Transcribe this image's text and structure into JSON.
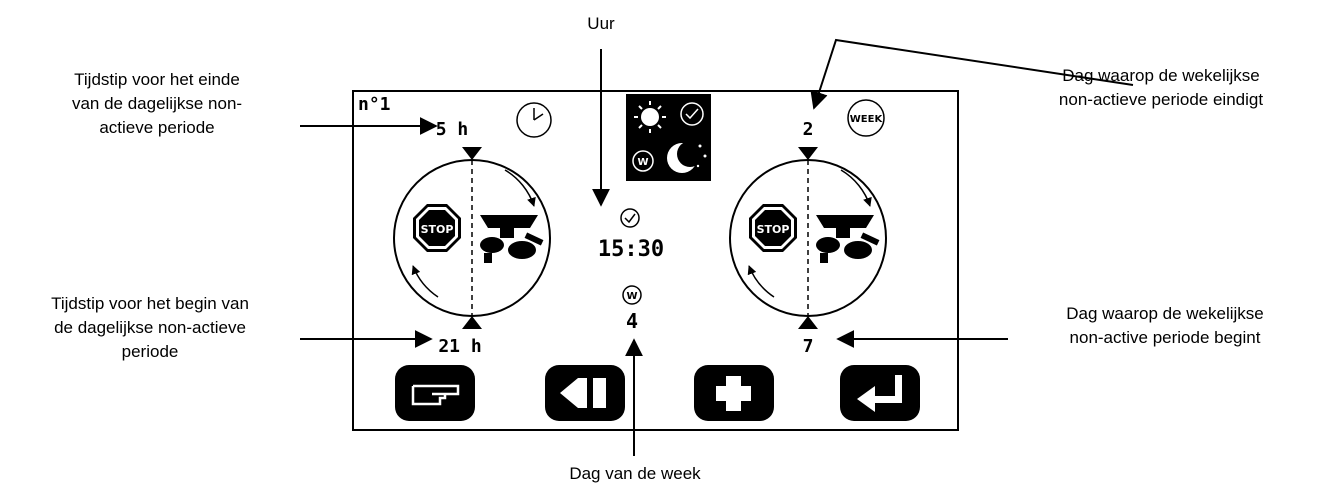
{
  "annotations": {
    "uur": "Uur",
    "end_daily": [
      "Tijdstip voor het einde",
      "van de dagelijkse non-",
      "actieve periode"
    ],
    "begin_daily": [
      "Tijdstip voor het begin van",
      "de dagelijkse non-actieve",
      "periode"
    ],
    "end_weekly": [
      "Dag waarop de wekelijkse",
      "non-actieve periode eindigt"
    ],
    "begin_weekly": [
      "Dag waarop de wekelijkse",
      "non-active periode begint"
    ],
    "day_of_week": "Dag van de week"
  },
  "screen": {
    "program_number": "n°1",
    "daily": {
      "end_time": "5 h",
      "start_time": "21 h"
    },
    "weekly": {
      "badge": "WEEK",
      "end_day": "2",
      "start_day": "7"
    },
    "clock_time": "15:30",
    "clock_day_badge": "W",
    "current_day": "4",
    "stop_label": "STOP"
  },
  "icons": {
    "toolbar": [
      "hand-pointer-icon",
      "backspace-icon",
      "plus-icon",
      "enter-icon"
    ],
    "mode": [
      "sun-icon",
      "clock-check-icon",
      "week-w-icon",
      "moon-icon"
    ]
  }
}
